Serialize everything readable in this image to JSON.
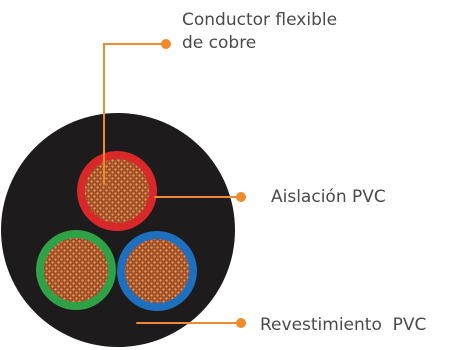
{
  "labels": {
    "conductor_line1": "Conductor flexible",
    "conductor_line2": "de cobre",
    "aislacion": "Aislación PVC",
    "revestimiento": "Revestimiento  PVC"
  },
  "colors": {
    "sheath": "#1d1b1b",
    "copper": "#a8552a",
    "copper_strand": "#e0915a",
    "insulation_red": "#d9282a",
    "insulation_green": "#2fa247",
    "insulation_blue": "#1f6fbf",
    "leader": "#f08a2c",
    "text": "#4a4a4a"
  },
  "icons": {
    "cable": "cable-cross-section-icon"
  }
}
